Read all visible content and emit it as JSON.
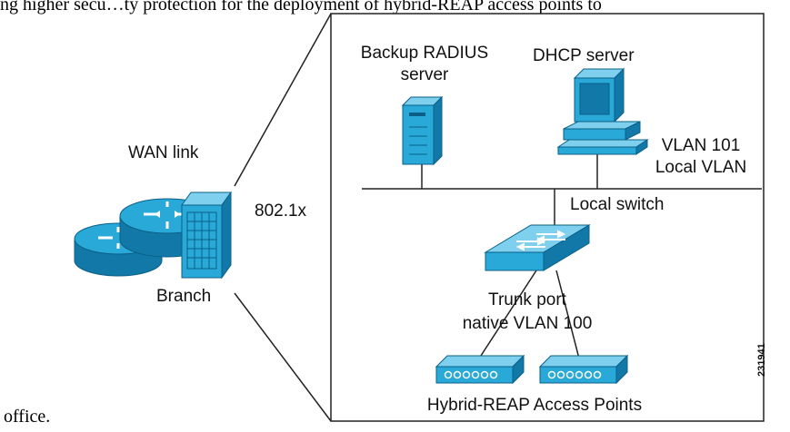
{
  "caption": {
    "top_text": "ng higher secu…ty protection for the deployment of hybrid-REAP access points to",
    "bottom_text": "office."
  },
  "labels": {
    "wan_link": "WAN link",
    "branch": "Branch",
    "dot1x": "802.1x",
    "backup_radius_line1": "Backup RADIUS",
    "backup_radius_line2": "server",
    "dhcp_server": "DHCP server",
    "vlan_line1": "VLAN 101",
    "vlan_line2": "Local VLAN",
    "local_switch": "Local switch",
    "trunk_line1": "Trunk port",
    "trunk_line2": "native VLAN 100",
    "access_points": "Hybrid-REAP Access Points",
    "figure_number": "231941"
  },
  "colors": {
    "device_fill": "#29a9d8",
    "device_dark": "#1178a8",
    "device_light": "#7fd0ee",
    "line": "#222222"
  },
  "icons": {
    "router": "router-icon",
    "building": "branch-building-icon",
    "server": "radius-server-icon",
    "workstation": "dhcp-workstation-icon",
    "switch": "switch-icon",
    "access_point": "access-point-icon"
  }
}
